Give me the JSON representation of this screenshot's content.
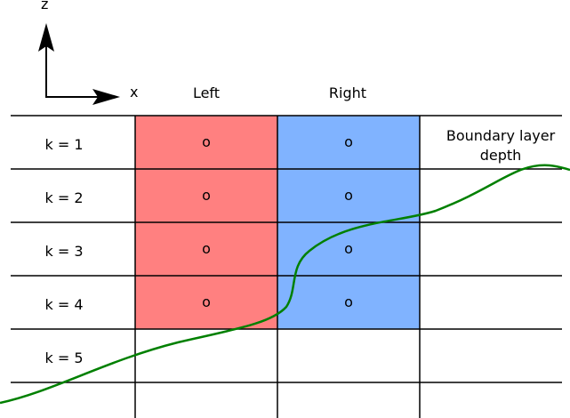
{
  "axes": {
    "x_label": "x",
    "z_label": "z"
  },
  "columns": [
    {
      "label": "Left",
      "color": "#ff0000",
      "fill": "#ff8080"
    },
    {
      "label": "Right",
      "color": "#0000ff",
      "fill": "#80b3ff"
    }
  ],
  "rows": [
    {
      "label": "k = 1",
      "marks": [
        "o",
        "o"
      ]
    },
    {
      "label": "k = 2",
      "marks": [
        "o",
        "o"
      ]
    },
    {
      "label": "k = 3",
      "marks": [
        "o",
        "o"
      ]
    },
    {
      "label": "k = 4",
      "marks": [
        "o",
        "o"
      ]
    },
    {
      "label": "k = 5",
      "marks": [
        "",
        ""
      ]
    }
  ],
  "boundary_layer": {
    "label_line1": "Boundary layer",
    "label_line2": "depth",
    "color": "#008000"
  }
}
